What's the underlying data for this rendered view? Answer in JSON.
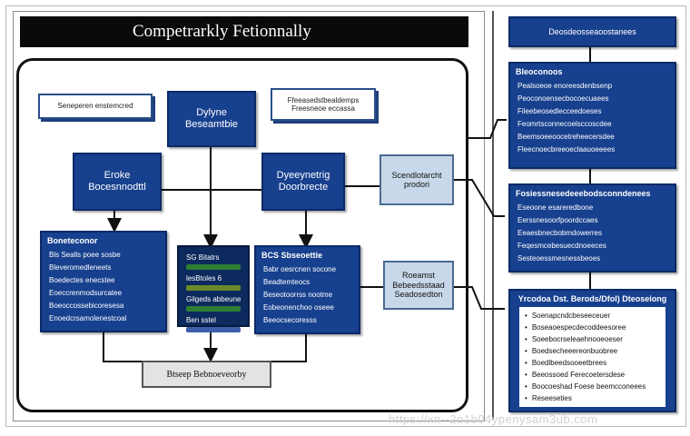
{
  "title": "Competrarkly Fetionnally",
  "callouts": {
    "left": "Seneperen enstemcred",
    "right": "Ffeeasedstbealdemps\nFreesneoe eccassa"
  },
  "boxes": {
    "top": "Dylyne\nBeseamtbie",
    "left": "Eroke\nBocesnnodttl",
    "mid": "Dyeeynetrig\nDoorbrecte",
    "side": "Scendlotarcht\nprodori"
  },
  "panels": {
    "left_panel": {
      "title": "Boneteconor",
      "lines": [
        "Bls Sealls poee sosbe",
        "Bleveromedleneets",
        "Boedectes enecstee",
        "Eoeccrenmodsurcatee",
        "Boeoccossebicoresesa",
        "Enoedcrsamolenestcoal"
      ]
    },
    "dark_panel": {
      "lines": [
        "SG Bitatrs",
        "lesBtoles 6",
        "Gilgeds abbeunes",
        "Ben sstel"
      ]
    },
    "mid_panel": {
      "title": "BCS Sbseoettie",
      "lines": [
        "Babr oesrcnen socone",
        "Beadtemteocs",
        "Beseotoorrss nootme",
        "Eobeonenchoo oseee",
        "Beeocsecoresss"
      ]
    },
    "light_lower": "Roeamst\nBebeedsstaad\nSeadosedton"
  },
  "bottom": "Btseep Bebnoeveorby",
  "right": {
    "header": "Deosdeosseaoostanees",
    "panel1": {
      "title": "Bleoconoos",
      "lines": [
        "Pealsoeoe enoreesdenbsenp",
        "Peoconoensecbocoecuaees",
        "Fileebeosedlecceedoeses",
        "Feomrtsconnecoelsccoscdee",
        "Beemsoeeoocetreheecersdee",
        "Fleecnoecbreeoeclaauoeeees"
      ]
    },
    "panel2": {
      "title": "Fosiessnesedeeebodsconndenees",
      "lines": [
        "Eseoone esareredbone",
        "Eerssnesoorfpoordccaes",
        "Eeaesbnecbobmdowerres",
        "Feqesmcebesuecdnoeeces",
        "Sesteoessmesnessbeoes"
      ]
    },
    "panel3": {
      "title": "Yrcodoa Dst. Berods/Dfol) Dteoseiong",
      "bullets": [
        "Soenapcndcbeseeceuer",
        "Boseaoespecdecoddeesoree",
        "Soeebocrseleaehnooeoeser",
        "Boedsecheeereonbuobree",
        "Boedlbeedsooeetbrees",
        "Beeossoed Ferecoetersdese",
        "Boocoeshad Foese beemcconeees",
        "Reseeseties"
      ]
    }
  },
  "watermark": "https://xn--2o1b04ypenysam3ub.com"
}
